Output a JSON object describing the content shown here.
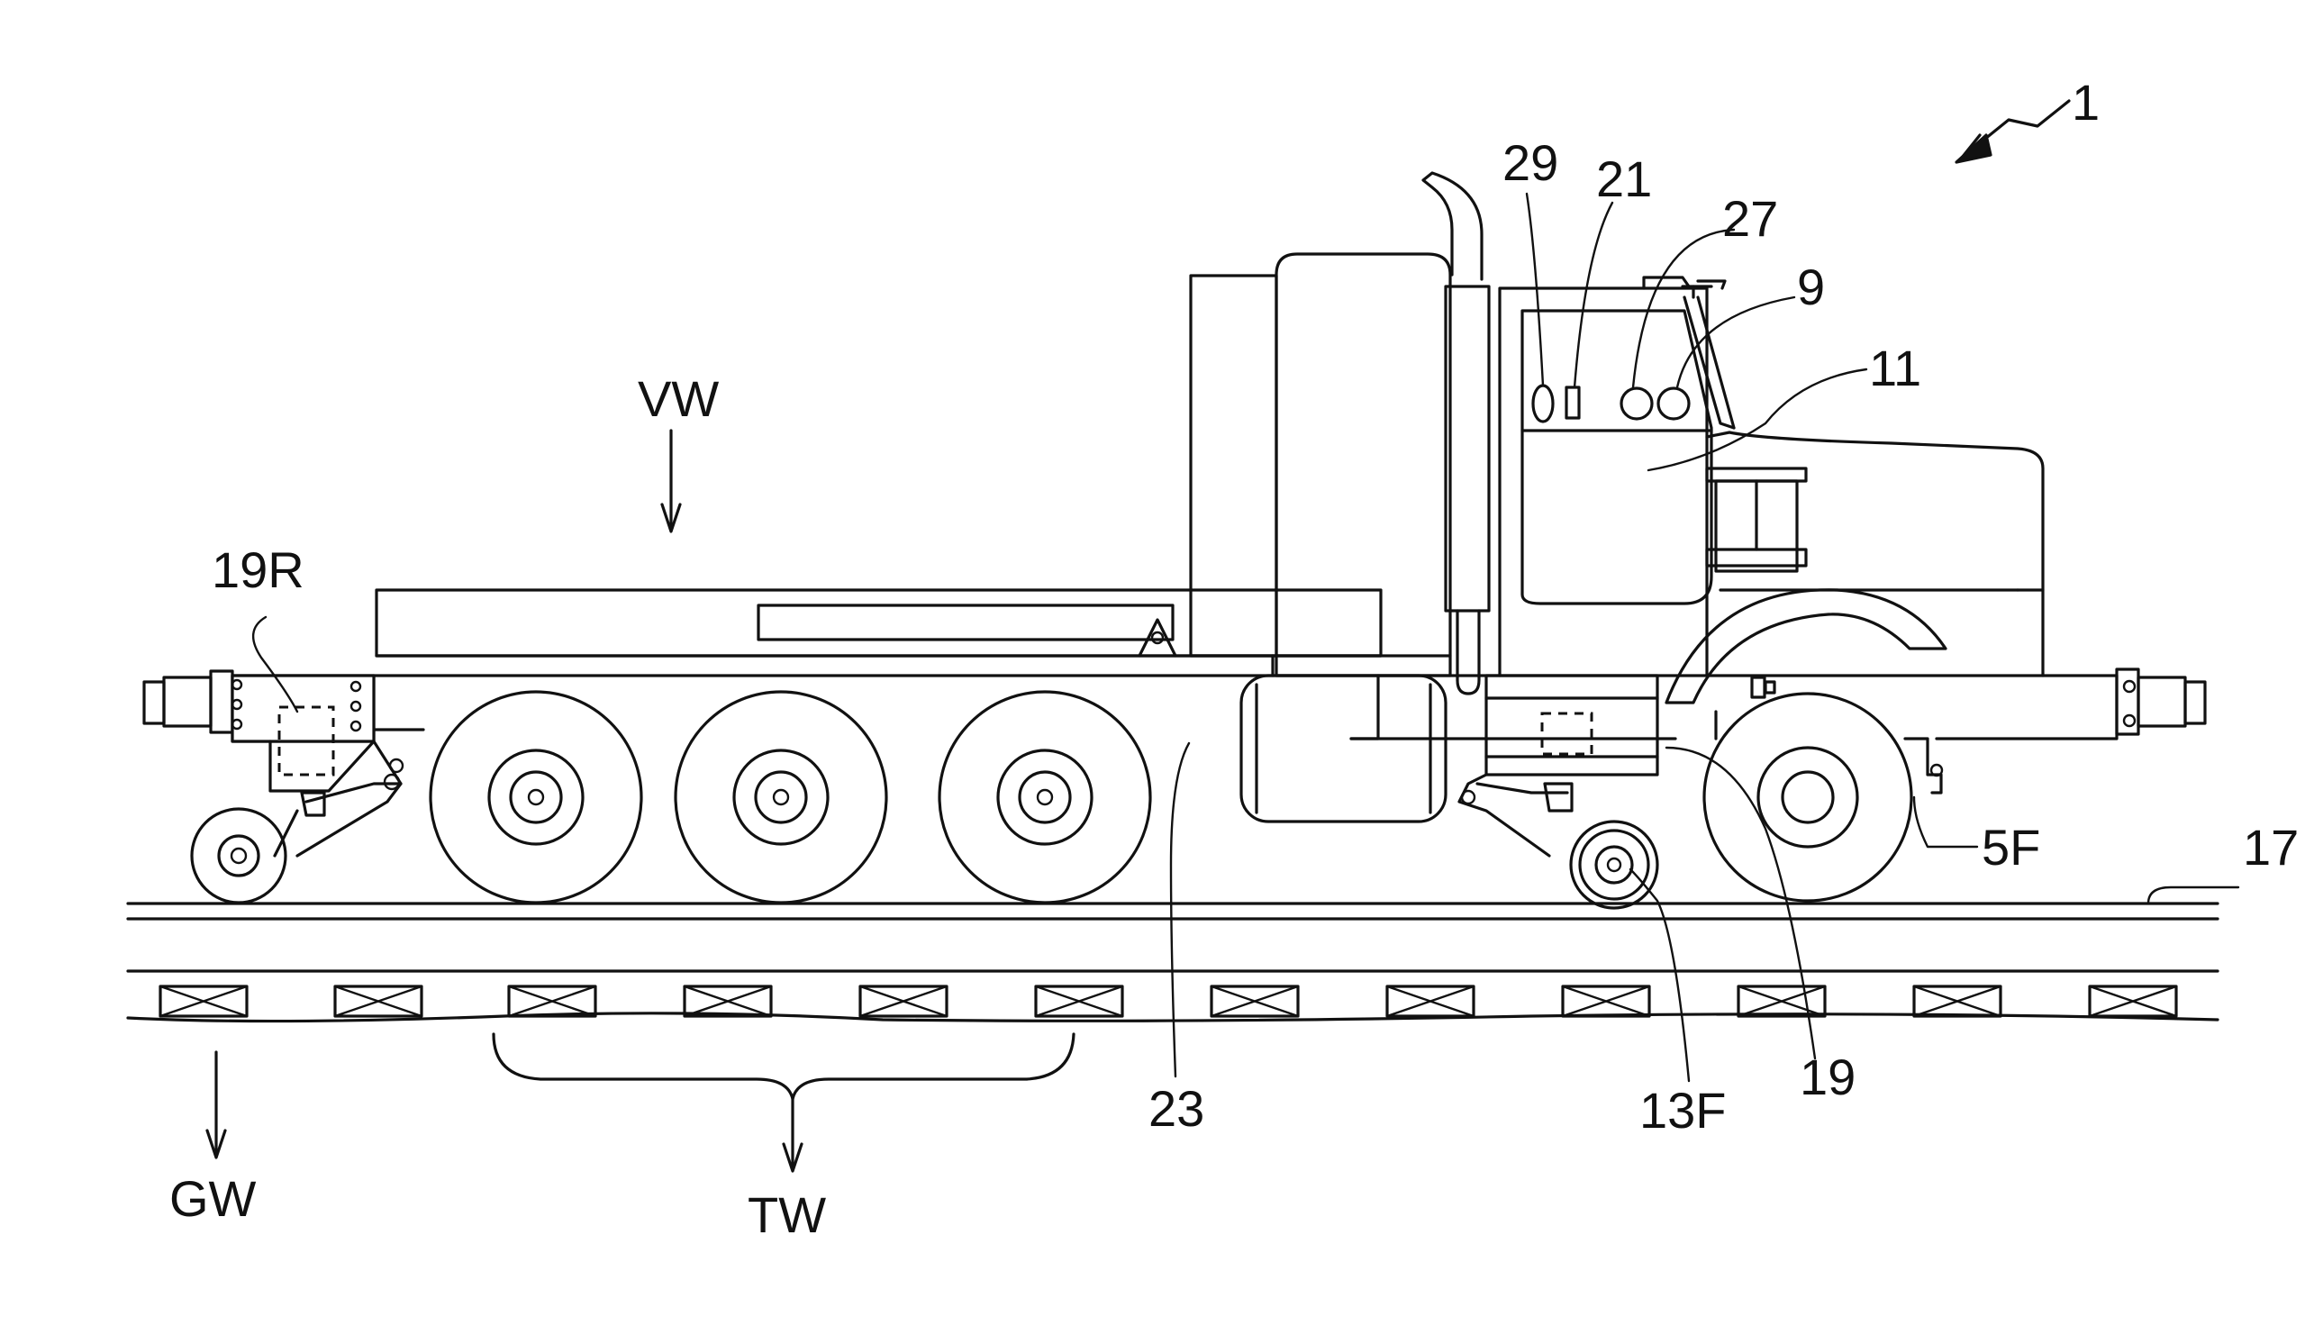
{
  "figure": {
    "reference_numeral": "1",
    "labels": {
      "vw": "VW",
      "r19": "19R",
      "r29": "29",
      "r21": "21",
      "r27": "27",
      "r9": "9",
      "r11": "11",
      "f5": "5F",
      "r17": "17",
      "r23": "23",
      "f13": "13F",
      "r19b": "19",
      "gw": "GW",
      "tw": "TW"
    }
  }
}
